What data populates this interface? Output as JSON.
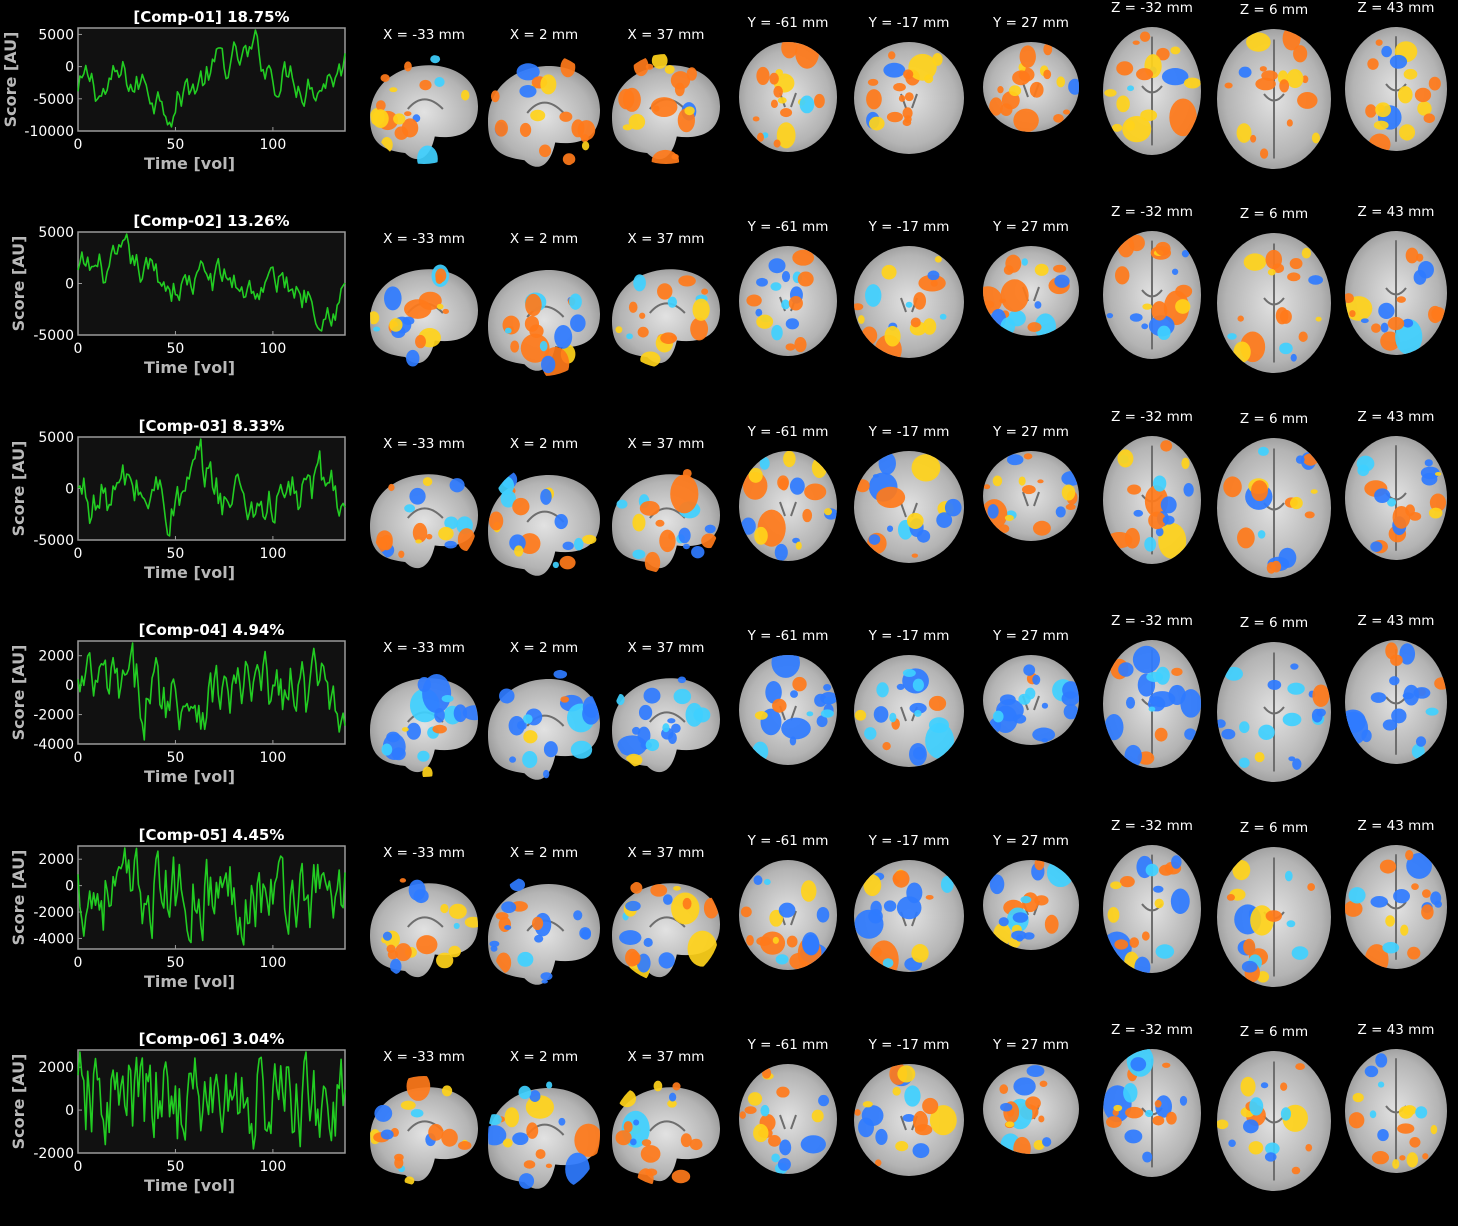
{
  "colors": {
    "background": "#000000",
    "trace": "#22cc22",
    "plot_bg": "#111111",
    "plot_border": "#9a9a9a",
    "axis_label": "#b8b8b8",
    "activation_pos": "#ff7a1a",
    "activation_pos_hot": "#ffd21a",
    "activation_neg": "#2f7bff",
    "activation_neg_hot": "#3fd0ff",
    "brain": "#c8c8c8"
  },
  "slice_labels": {
    "sagittal": [
      "X = -33 mm",
      "X = 2 mm",
      "X = 37 mm"
    ],
    "coronal": [
      "Y = -61 mm",
      "Y = -17 mm",
      "Y = 27 mm"
    ],
    "axial": [
      "Z = -32 mm",
      "Z = 6 mm",
      "Z = 43 mm"
    ]
  },
  "axis": {
    "xlabel": "Time [vol]",
    "ylabel": "Score [AU]",
    "xticks": [
      "0",
      "50",
      "100"
    ]
  },
  "components": [
    {
      "title": "[Comp-01] 18.75%",
      "yticks": [
        "5000",
        "0",
        "-5000",
        "-10000"
      ],
      "ylim": [
        -10000,
        6000
      ]
    },
    {
      "title": "[Comp-02] 13.26%",
      "yticks": [
        "5000",
        "0",
        "-5000"
      ],
      "ylim": [
        -5000,
        5000
      ]
    },
    {
      "title": "[Comp-03] 8.33%",
      "yticks": [
        "5000",
        "0",
        "-5000"
      ],
      "ylim": [
        -5000,
        5000
      ]
    },
    {
      "title": "[Comp-04] 4.94%",
      "yticks": [
        "2000",
        "0",
        "-2000",
        "-4000"
      ],
      "ylim": [
        -4000,
        3000
      ]
    },
    {
      "title": "[Comp-05] 4.45%",
      "yticks": [
        "2000",
        "0",
        "-2000",
        "-4000"
      ],
      "ylim": [
        -4800,
        3000
      ]
    },
    {
      "title": "[Comp-06] 3.04%",
      "yticks": [
        "2000",
        "0",
        "-2000"
      ],
      "ylim": [
        -2000,
        2800
      ]
    }
  ]
}
